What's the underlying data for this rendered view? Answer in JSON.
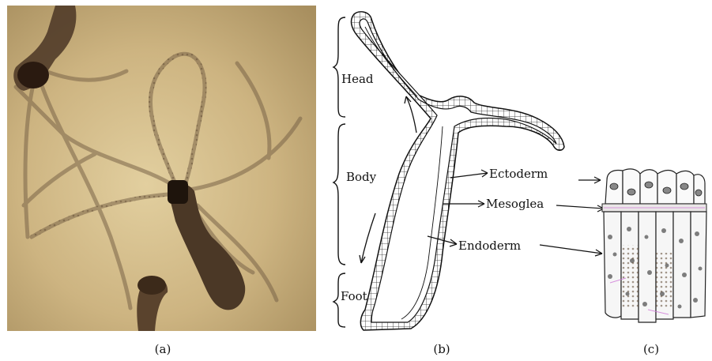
{
  "panels": {
    "a": {
      "caption": "(a)"
    },
    "b": {
      "caption": "(b)",
      "regions": {
        "head": "Head",
        "body": "Body",
        "foot": "Foot"
      },
      "layers": {
        "ectoderm": "Ectoderm",
        "mesoglea": "Mesoglea",
        "endoderm": "Endoderm"
      }
    },
    "c": {
      "caption": "(c)"
    }
  },
  "colors": {
    "photo_bg": "#c8b080",
    "polyp": "#3a2818",
    "line": "#111111",
    "stain": "#d078d8"
  }
}
